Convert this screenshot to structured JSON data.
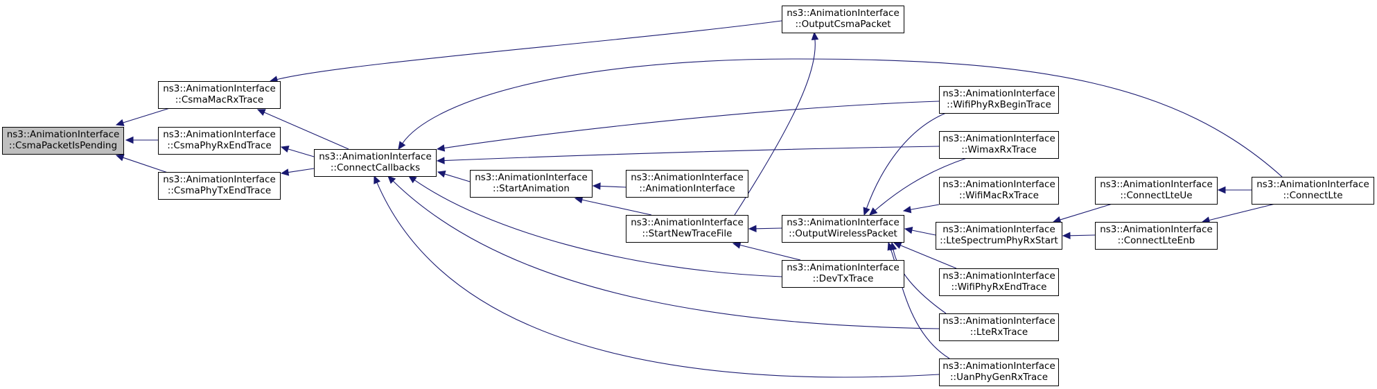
{
  "diagram": {
    "nodes": [
      {
        "id": "n0",
        "line1": "ns3::AnimationInterface",
        "line2": "::CsmaPacketIsPending",
        "focus": true
      },
      {
        "id": "n1",
        "line1": "ns3::AnimationInterface",
        "line2": "::CsmaMacRxTrace"
      },
      {
        "id": "n2",
        "line1": "ns3::AnimationInterface",
        "line2": "::CsmaPhyRxEndTrace"
      },
      {
        "id": "n3",
        "line1": "ns3::AnimationInterface",
        "line2": "::CsmaPhyTxEndTrace"
      },
      {
        "id": "n4",
        "line1": "ns3::AnimationInterface",
        "line2": "::ConnectCallbacks"
      },
      {
        "id": "n5",
        "line1": "ns3::AnimationInterface",
        "line2": "::StartAnimation"
      },
      {
        "id": "n6",
        "line1": "ns3::AnimationInterface",
        "line2": "::AnimationInterface"
      },
      {
        "id": "n7",
        "line1": "ns3::AnimationInterface",
        "line2": "::StartNewTraceFile"
      },
      {
        "id": "n8",
        "line1": "ns3::AnimationInterface",
        "line2": "::OutputCsmaPacket"
      },
      {
        "id": "n9",
        "line1": "ns3::AnimationInterface",
        "line2": "::OutputWirelessPacket"
      },
      {
        "id": "n10",
        "line1": "ns3::AnimationInterface",
        "line2": "::DevTxTrace"
      },
      {
        "id": "n11",
        "line1": "ns3::AnimationInterface",
        "line2": "::WifiPhyRxBeginTrace"
      },
      {
        "id": "n12",
        "line1": "ns3::AnimationInterface",
        "line2": "::WimaxRxTrace"
      },
      {
        "id": "n13",
        "line1": "ns3::AnimationInterface",
        "line2": "::WifiMacRxTrace"
      },
      {
        "id": "n14",
        "line1": "ns3::AnimationInterface",
        "line2": "::LteSpectrumPhyRxStart"
      },
      {
        "id": "n15",
        "line1": "ns3::AnimationInterface",
        "line2": "::WifiPhyRxEndTrace"
      },
      {
        "id": "n16",
        "line1": "ns3::AnimationInterface",
        "line2": "::LteRxTrace"
      },
      {
        "id": "n17",
        "line1": "ns3::AnimationInterface",
        "line2": "::UanPhyGenRxTrace"
      },
      {
        "id": "n18",
        "line1": "ns3::AnimationInterface",
        "line2": "::ConnectLteUe"
      },
      {
        "id": "n19",
        "line1": "ns3::AnimationInterface",
        "line2": "::ConnectLteEnb"
      },
      {
        "id": "n20",
        "line1": "ns3::AnimationInterface",
        "line2": "::ConnectLte"
      }
    ],
    "edges": [
      {
        "from": "n1",
        "to": "n0"
      },
      {
        "from": "n2",
        "to": "n0"
      },
      {
        "from": "n3",
        "to": "n0"
      },
      {
        "from": "n4",
        "to": "n1"
      },
      {
        "from": "n4",
        "to": "n2"
      },
      {
        "from": "n4",
        "to": "n3"
      },
      {
        "from": "n5",
        "to": "n4"
      },
      {
        "from": "n6",
        "to": "n5"
      },
      {
        "from": "n7",
        "to": "n5"
      },
      {
        "from": "n9",
        "to": "n7"
      },
      {
        "from": "n10",
        "to": "n7"
      },
      {
        "from": "n7",
        "to": "n8"
      },
      {
        "from": "n8",
        "to": "n1"
      },
      {
        "from": "n11",
        "to": "n4"
      },
      {
        "from": "n12",
        "to": "n4"
      },
      {
        "from": "n10",
        "to": "n4"
      },
      {
        "from": "n16",
        "to": "n4"
      },
      {
        "from": "n17",
        "to": "n4"
      },
      {
        "from": "n20",
        "to": "n4"
      },
      {
        "from": "n11",
        "to": "n9"
      },
      {
        "from": "n12",
        "to": "n9"
      },
      {
        "from": "n13",
        "to": "n9"
      },
      {
        "from": "n14",
        "to": "n9"
      },
      {
        "from": "n15",
        "to": "n9"
      },
      {
        "from": "n16",
        "to": "n9"
      },
      {
        "from": "n17",
        "to": "n9"
      },
      {
        "from": "n18",
        "to": "n14"
      },
      {
        "from": "n19",
        "to": "n14"
      },
      {
        "from": "n20",
        "to": "n18"
      },
      {
        "from": "n20",
        "to": "n19"
      }
    ]
  },
  "colors": {
    "edge": "#191970",
    "focus_fill": "#bfbfbf",
    "node_fill": "#ffffff",
    "node_stroke": "#000000"
  }
}
